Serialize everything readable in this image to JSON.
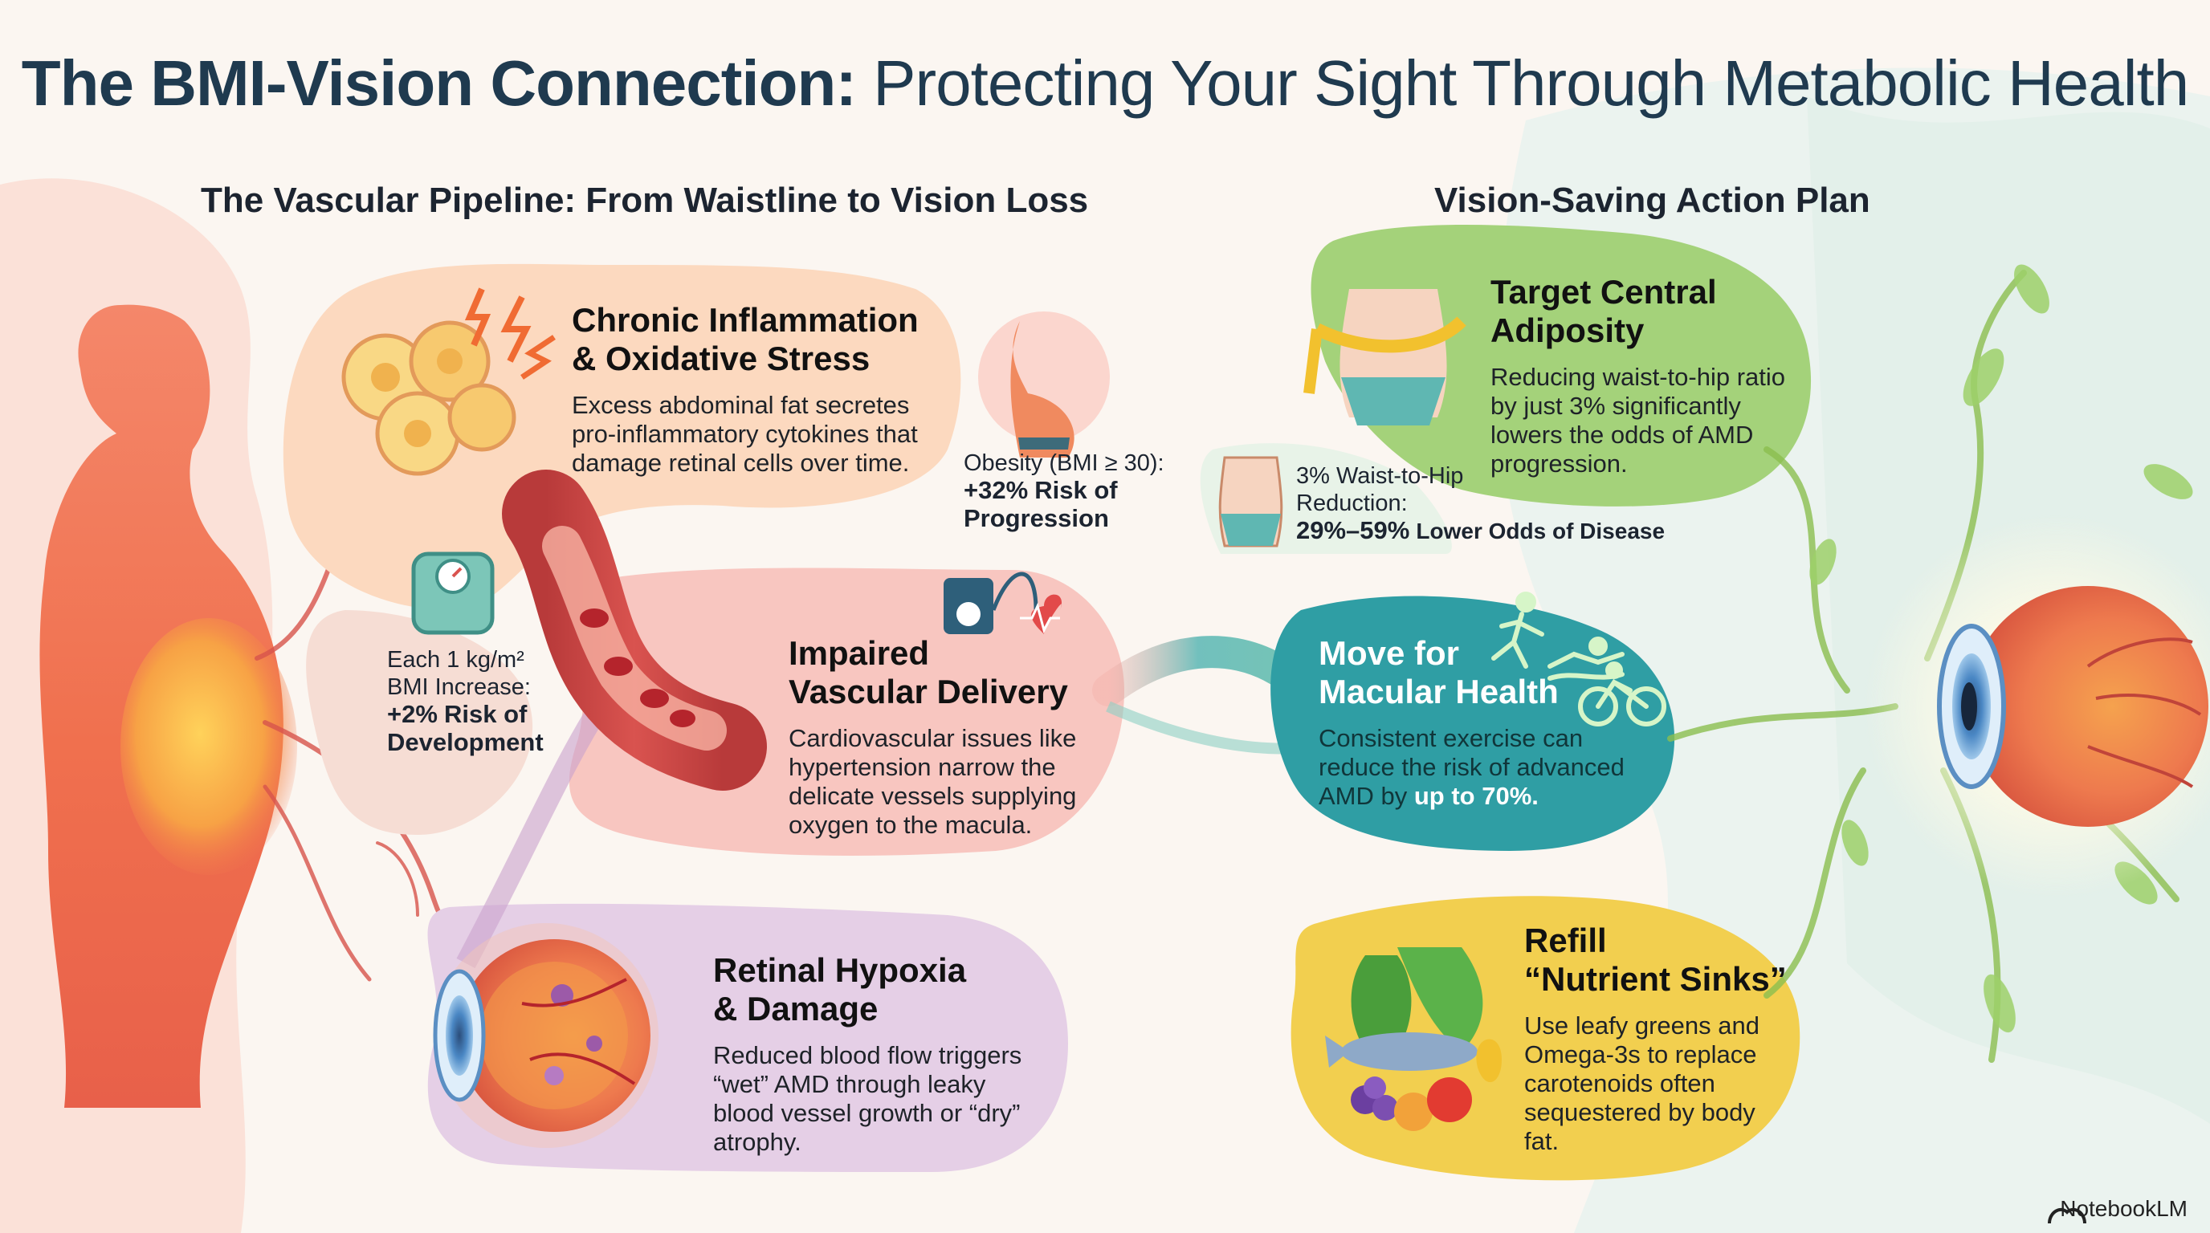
{
  "title": {
    "bold": "The BMI-Vision Connection:",
    "rest": " Protecting Your Sight Through Metabolic Health"
  },
  "left_section": {
    "heading": "The Vascular Pipeline: From Waistline to Vision Loss"
  },
  "right_section": {
    "heading": "Vision-Saving Action Plan"
  },
  "pipeline": [
    {
      "title_line1": "Chronic Inflammation",
      "title_line2": "& Oxidative Stress",
      "body": "Excess abdominal fat secretes pro-inflammatory cytokines that damage retinal cells over time.",
      "icon": "fat-cells-icon"
    },
    {
      "title_line1": "Impaired",
      "title_line2": "Vascular Delivery",
      "body": "Cardiovascular issues like hypertension narrow the delicate vessels supplying oxygen to the macula.",
      "icon": "blood-pressure-icon"
    },
    {
      "title_line1": "Retinal Hypoxia",
      "title_line2": "& Damage",
      "body": "Reduced blood flow triggers “wet” AMD through leaky blood vessel growth or “dry” atrophy.",
      "icon": "damaged-eye-icon"
    }
  ],
  "stats": {
    "bmi": {
      "line1": "Each 1 kg/m²",
      "line2": "BMI Increase:",
      "value": "+2%",
      "label1": "Risk of",
      "label2": "Development",
      "icon": "scale-icon"
    },
    "obesity": {
      "line1": "Obesity (BMI ≥ 30):",
      "value": "+32%",
      "label1": "Risk of",
      "label2": "Progression",
      "icon": "obese-torso-icon"
    },
    "waist": {
      "line1": "3% Waist-to-Hip",
      "line2": "Reduction:",
      "value": "29%–59%",
      "label": "Lower Odds of Disease",
      "icon": "waist-icon"
    }
  },
  "actions": [
    {
      "title_line1": "Target Central",
      "title_line2": "Adiposity",
      "body": "Reducing waist-to-hip ratio by just 3% significantly lowers the odds of AMD progression.",
      "icon": "measuring-tape-waist-icon"
    },
    {
      "title_line1": "Move for",
      "title_line2": "Macular Health",
      "body_prefix": "Consistent exercise can reduce the risk of advanced AMD by ",
      "body_emph": "up to 70%.",
      "icon": "exercise-icon"
    },
    {
      "title_line1": "Refill",
      "title_line2": "“Nutrient Sinks”",
      "body": "Use leafy greens and Omega-3s to replace carotenoids often sequestered by body fat.",
      "icon": "healthy-food-icon"
    }
  ],
  "brand": "NotebookLM",
  "colors": {
    "title": "#1f3a4f",
    "inflammation": "#fcd9bf",
    "vascular": "#f8c6c0",
    "hypoxia": "#e5cfe6",
    "adiposity": "#a4d27a",
    "exercise": "#2f9ea4",
    "nutrients": "#f2cf4f"
  }
}
